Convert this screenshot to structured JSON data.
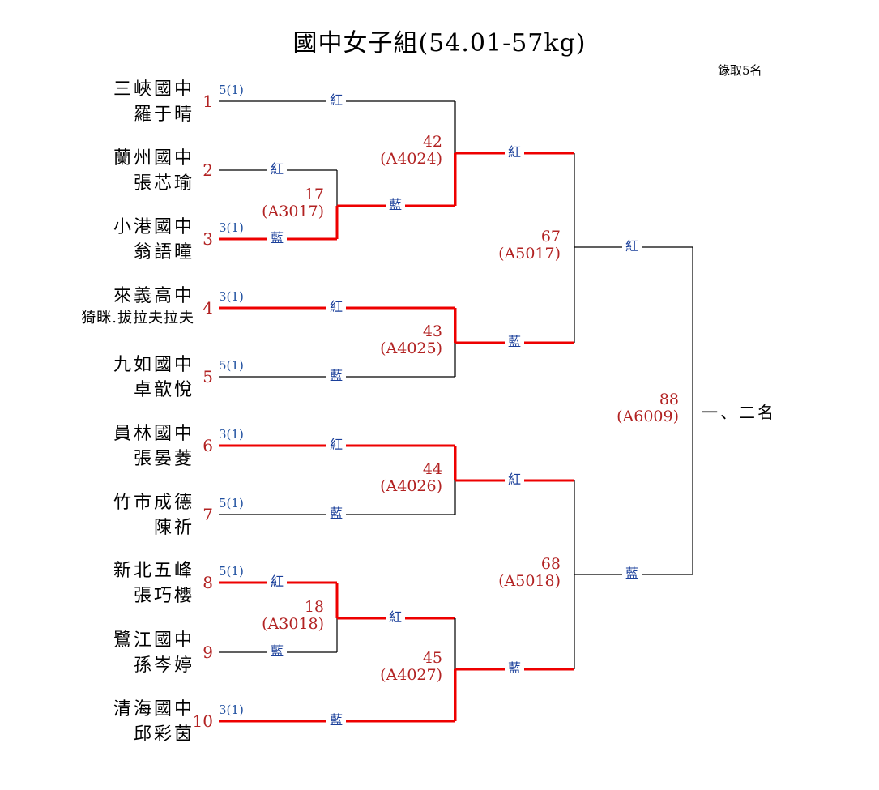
{
  "title": "國中女子組(54.01-57kg)",
  "quota": "錄取5名",
  "colors": {
    "winner_line": "#ee0000",
    "line": "#000000",
    "seed_number": "#b22222",
    "corner_label": "#1a3f9a",
    "score": "#2050a0",
    "match_number": "#b22222"
  },
  "competitors": [
    {
      "seed": "1",
      "school": "三峽國中",
      "name": "羅于晴",
      "score": "5(1)"
    },
    {
      "seed": "2",
      "school": "蘭州國中",
      "name": "張芯瑜",
      "score": ""
    },
    {
      "seed": "3",
      "school": "小港國中",
      "name": "翁語曈",
      "score": "3(1)"
    },
    {
      "seed": "4",
      "school": "來義高中",
      "name": "猗眯.拔拉夫拉夫",
      "score": "3(1)"
    },
    {
      "seed": "5",
      "school": "九如國中",
      "name": "卓歆悅",
      "score": "5(1)"
    },
    {
      "seed": "6",
      "school": "員林國中",
      "name": "張晏菱",
      "score": "3(1)"
    },
    {
      "seed": "7",
      "school": "竹市成德",
      "name": "陳祈",
      "score": "5(1)"
    },
    {
      "seed": "8",
      "school": "新北五峰",
      "name": "張巧櫻",
      "score": "5(1)"
    },
    {
      "seed": "9",
      "school": "鷺江國中",
      "name": "孫岑婷",
      "score": ""
    },
    {
      "seed": "10",
      "school": "清海國中",
      "name": "邱彩茵",
      "score": "3(1)"
    }
  ],
  "corners": {
    "red": "紅",
    "blue": "藍"
  },
  "matches": [
    {
      "id": "m17",
      "number": "17",
      "code": "(A3017)"
    },
    {
      "id": "m18",
      "number": "18",
      "code": "(A3018)"
    },
    {
      "id": "m42",
      "number": "42",
      "code": "(A4024)"
    },
    {
      "id": "m43",
      "number": "43",
      "code": "(A4025)"
    },
    {
      "id": "m44",
      "number": "44",
      "code": "(A4026)"
    },
    {
      "id": "m45",
      "number": "45",
      "code": "(A4027)"
    },
    {
      "id": "m67",
      "number": "67",
      "code": "(A5017)"
    },
    {
      "id": "m68",
      "number": "68",
      "code": "(A5018)"
    },
    {
      "id": "m88",
      "number": "88",
      "code": "(A6009)"
    }
  ],
  "final_label": "一、二名"
}
